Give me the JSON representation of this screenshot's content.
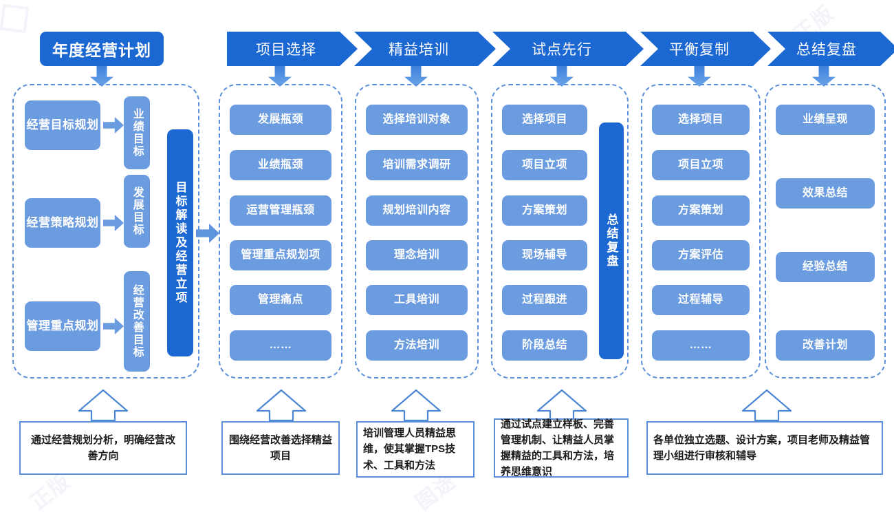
{
  "header": {
    "title": "年度经营计划",
    "stages": [
      {
        "label": "项目选择"
      },
      {
        "label": "精益培训"
      },
      {
        "label": "试点先行"
      },
      {
        "label": "平衡复制"
      },
      {
        "label": "总结复盘"
      }
    ]
  },
  "colors": {
    "deep_blue": "#1c68d3",
    "mid_blue": "#6c9ce0",
    "dash_blue": "#5b8fd9",
    "white": "#ffffff"
  },
  "columns": [
    {
      "id": "annual-plan",
      "planning_rows": [
        {
          "source": "经营目标规划",
          "target": "业绩目标"
        },
        {
          "source": "经营策略规划",
          "target": "发展目标"
        },
        {
          "source": "管理重点规划",
          "target": "经营改善目标"
        }
      ],
      "vertical_bar": "目标解读及经营立项"
    },
    {
      "id": "project-selection",
      "items": [
        "发展瓶颈",
        "业绩瓶颈",
        "运营管理瓶颈",
        "管理重点规划项",
        "管理痛点",
        "……"
      ]
    },
    {
      "id": "lean-training",
      "items": [
        "选择培训对象",
        "培训需求调研",
        "规划培训内容",
        "理念培训",
        "工具培训",
        "方法培训"
      ]
    },
    {
      "id": "pilot-first",
      "items": [
        "选择项目",
        "项目立项",
        "方案策划",
        "现场辅导",
        "过程跟进",
        "阶段总结"
      ],
      "vertical_bar": "总结复盘"
    },
    {
      "id": "balanced-replication",
      "items": [
        "选择项目",
        "项目立项",
        "方案策划",
        "方案评估",
        "过程辅导",
        "……"
      ]
    },
    {
      "id": "summary-review",
      "items": [
        "业绩呈现",
        "效果总结",
        "经验总结",
        "改善计划"
      ]
    }
  ],
  "captions": [
    {
      "id": "caption-1",
      "text": "通过经营规划分析，明确经营改善方向"
    },
    {
      "id": "caption-2",
      "text": "围绕经营改善选择精益项目"
    },
    {
      "id": "caption-3",
      "text": "培训管理人员精益思维，使其掌握TPS技术、工具和方法"
    },
    {
      "id": "caption-4",
      "text": "通过试点建立样板、完善管理机制、让精益人员掌握精益的工具和方法，培养思维意识"
    },
    {
      "id": "caption-5",
      "text": "各单位独立选题、设计方案，项目老师及精益管理小组进行审核和辅导"
    }
  ],
  "watermarks": [
    "正版",
    "工途",
    "图途",
    "正版"
  ]
}
